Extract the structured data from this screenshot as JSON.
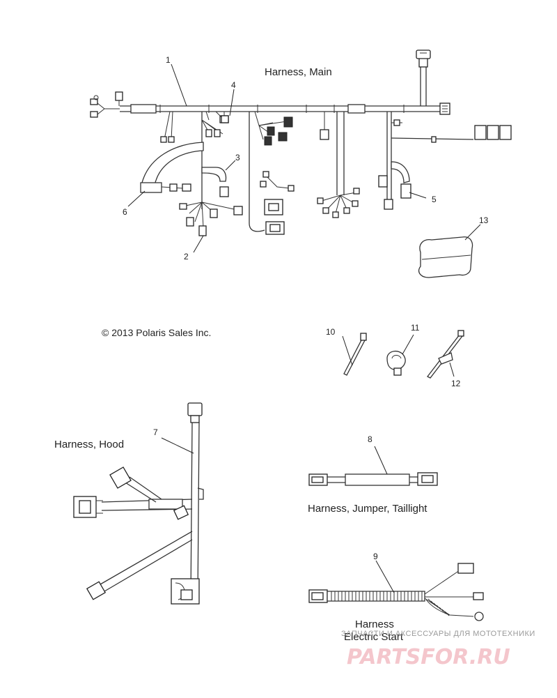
{
  "labels": {
    "harness_main": "Harness, Main",
    "harness_hood": "Harness, Hood",
    "harness_jumper": "Harness, Jumper, Taillight",
    "harness_es_1": "Harness",
    "harness_es_2": "Electric Start",
    "copyright": "© 2013 Polaris Sales Inc."
  },
  "callouts": [
    "1",
    "2",
    "3",
    "4",
    "5",
    "6",
    "7",
    "8",
    "9",
    "10",
    "11",
    "12",
    "13"
  ],
  "watermark": {
    "line1": "ЗАПЧАСТИ И АКСЕССУАРЫ ДЛЯ МОТОТЕХНИКИ",
    "line2": "PARTSFOR.RU"
  }
}
